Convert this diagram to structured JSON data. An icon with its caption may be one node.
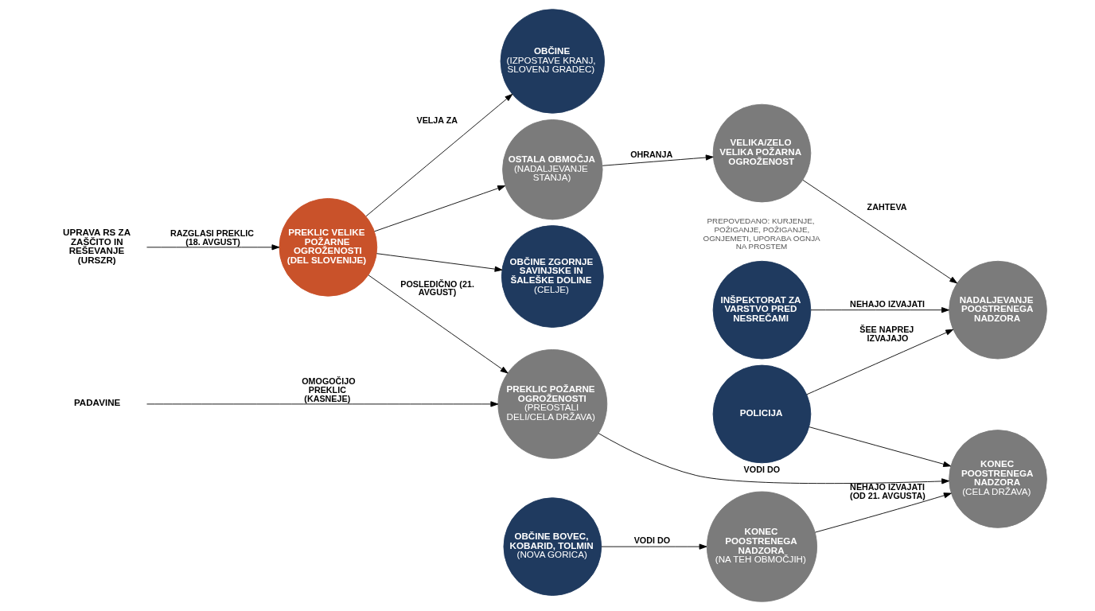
{
  "diagram": {
    "nodes": [
      {
        "text": [
          "UPRAVA RS ZA ZAŠČITO IN REŠEVANJE (URSZR)"
        ]
      },
      {
        "text": [
          "PREKLIC VELIKE POŽARNE OGROŽENOSTI (DEL SLOVENIJE)"
        ]
      },
      {
        "text": [
          "OBČINE",
          "(IZPOSTAVE KRANJ, SLOVENJ GRADEC)"
        ]
      },
      {
        "text": [
          "OBČINE BOVEC, KOBARID, TOLMIN",
          "(NOVA GORICA)"
        ]
      },
      {
        "text": [
          "OBČINE ZGORNJE SAVINJSKE IN ŠALEŠKE DOLINE",
          "(CELJE)"
        ]
      },
      {
        "text": [
          "KONEC POOSTRENEGA NADZORA",
          "(NA TEH OBMOČJIH)"
        ]
      },
      {
        "text": [
          "INŠPEKTORAT ZA VARSTVO PRED NESREČAMI"
        ]
      },
      {
        "text": [
          "POLICIJA"
        ]
      },
      {
        "text": [
          "OSTALA OBMOČJA",
          "(NADALJEVANJE STANJA)"
        ]
      },
      {
        "text": [
          "VELIKA/ZELO VELIKA POŽARNA OGROŽENOST"
        ],
        "beside": [
          "PREPOVEDANO: KURJENJE, POŽIGANJE, POŽIGANJE, OGNJEMETI, UPORABA OGNJA NA PROSTEM"
        ]
      },
      {
        "text": [
          "NADALJEVANJE POOSTRENEGA NADZORA"
        ]
      },
      {
        "text": [
          "PADAVINE"
        ]
      },
      {
        "text": [
          "PREKLIC POŽARNE OGROŽENOSTI",
          "(PREOSTALI DELI/CELA DRŽAVA)"
        ]
      },
      {
        "text": [
          "KONEC POOSTRENEGA NADZORA",
          "(CELA DRŽAVA)"
        ]
      }
    ],
    "edges": [
      {
        "from": 0,
        "to": 1,
        "arrow": "to",
        "label": "RAZGLASI PREKLIC (18. AVGUST)"
      },
      {
        "from": 1,
        "to": 2,
        "arrow": "to",
        "label": "VELJA ZA"
      },
      {
        "from": 1,
        "to": 4,
        "arrow": "to"
      },
      {
        "from": 1,
        "to": 8,
        "arrow": "to"
      },
      {
        "from": 3,
        "to": 5,
        "arrow": "to",
        "label": "VODI DO"
      },
      {
        "from": 1,
        "to": 12,
        "arrow": "to",
        "label": "POSLEDIČNO (21. AVGUST)"
      },
      {
        "from": 8,
        "to": 9,
        "arrow": "to",
        "label": "OHRANJA"
      },
      {
        "from": 9,
        "to": 10,
        "arrow": "to",
        "label": "ZAHTEVA"
      },
      {
        "from": 6,
        "to": 10,
        "arrow": "to",
        "label": "NEHAJO IZVAJATI"
      },
      {
        "from": 7,
        "to": 10,
        "arrow": "to",
        "label": "ŠEE NAPREJ IZVAJAJO"
      },
      {
        "from": 5,
        "to": 13,
        "arrow": "to",
        "label": "NEHAJO IZVAJATI (OD 21. AVGUSTA)"
      },
      {
        "from": 7,
        "to": 13,
        "arrow": "to"
      },
      {
        "from": 11,
        "to": 12,
        "arrow": "to",
        "label": "OMOGOČIJO PREKLIC (KASNEJE)"
      },
      {
        "from": 12,
        "to": 13,
        "arrow": "to",
        "label": "VODI DO"
      }
    ]
  }
}
